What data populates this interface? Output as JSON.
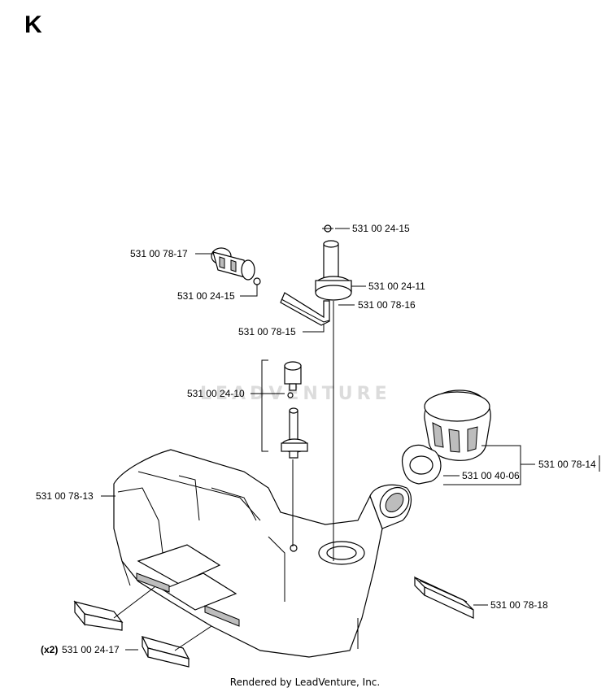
{
  "section_letter": "K",
  "footer_text": "Rendered by LeadVenture, Inc.",
  "watermark_text": "LEADVENTURE",
  "labels": {
    "p_24_15_top": "531 00 24-15",
    "p_24_11": "531 00 24-11",
    "p_78_16": "531 00 78-16",
    "p_78_17": "531 00 78-17",
    "p_24_15_filter": "531 00 24-15",
    "p_78_15": "531 00 78-15",
    "p_24_10": "531 00 24-10",
    "p_78_14": "531 00 78-14",
    "p_40_06": "531 00 40-06",
    "p_78_13": "531 00 78-13",
    "p_78_18": "531 00 78-18",
    "p_24_17_qty": "(x2)",
    "p_24_17": "531 00 24-17"
  }
}
